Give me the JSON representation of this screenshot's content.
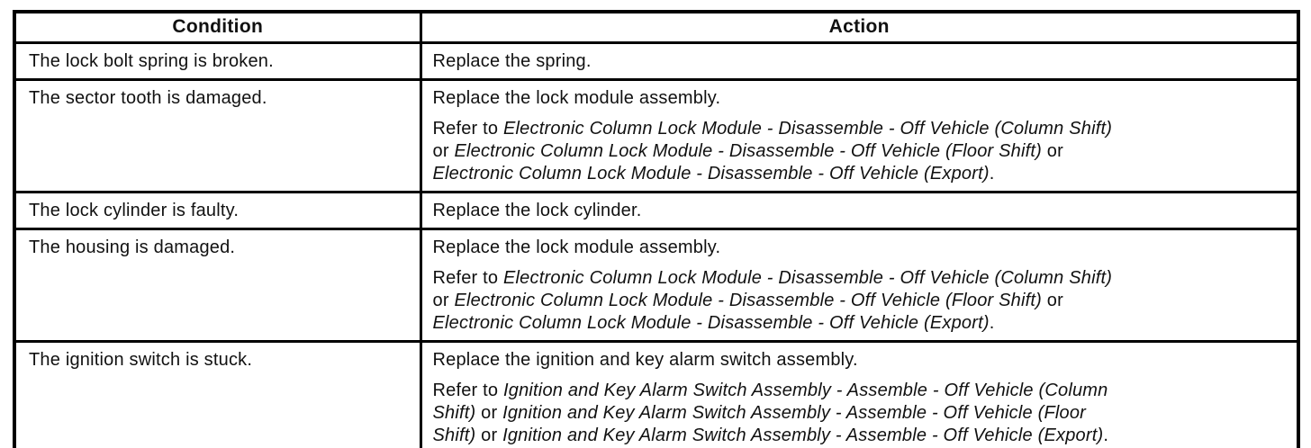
{
  "colors": {
    "ink": "#111111",
    "border": "#000000",
    "paper": "#ffffff"
  },
  "table": {
    "header": {
      "condition": "Condition",
      "action": "Action"
    },
    "rows": [
      {
        "condition": "The lock bolt spring is broken.",
        "action": "Replace the spring.",
        "refer_lines": []
      },
      {
        "condition": "The sector tooth is damaged.",
        "action": "Replace the lock module assembly.",
        "refer_lines": [
          [
            {
              "text": "Refer to ",
              "italic": false
            },
            {
              "text": "Electronic Column Lock Module - Disassemble - Off Vehicle (Column Shift)",
              "italic": true
            }
          ],
          [
            {
              "text": "or ",
              "italic": false
            },
            {
              "text": "Electronic Column Lock Module - Disassemble - Off Vehicle (Floor Shift)",
              "italic": true
            },
            {
              "text": " or",
              "italic": false
            }
          ],
          [
            {
              "text": "Electronic Column Lock Module - Disassemble - Off Vehicle (Export)",
              "italic": true
            },
            {
              "text": ".",
              "italic": false
            }
          ]
        ]
      },
      {
        "condition": "The lock cylinder is faulty.",
        "action": "Replace the lock cylinder.",
        "refer_lines": []
      },
      {
        "condition": "The housing is damaged.",
        "action": "Replace the lock module assembly.",
        "refer_lines": [
          [
            {
              "text": "Refer to ",
              "italic": false
            },
            {
              "text": "Electronic Column Lock Module - Disassemble - Off Vehicle (Column Shift)",
              "italic": true
            }
          ],
          [
            {
              "text": "or ",
              "italic": false
            },
            {
              "text": "Electronic Column Lock Module - Disassemble - Off Vehicle (Floor Shift)",
              "italic": true
            },
            {
              "text": " or",
              "italic": false
            }
          ],
          [
            {
              "text": "Electronic Column Lock Module - Disassemble - Off Vehicle (Export)",
              "italic": true
            },
            {
              "text": ".",
              "italic": false
            }
          ]
        ]
      },
      {
        "condition": "The ignition switch is stuck.",
        "action": "Replace the ignition and key alarm switch assembly.",
        "refer_lines": [
          [
            {
              "text": "Refer to ",
              "italic": false
            },
            {
              "text": "Ignition and Key Alarm Switch Assembly - Assemble - Off Vehicle (Column",
              "italic": true
            }
          ],
          [
            {
              "text": "Shift)",
              "italic": true
            },
            {
              "text": " or ",
              "italic": false
            },
            {
              "text": "Ignition and Key Alarm Switch Assembly - Assemble - Off Vehicle (Floor",
              "italic": true
            }
          ],
          [
            {
              "text": "Shift)",
              "italic": true
            },
            {
              "text": " or ",
              "italic": false
            },
            {
              "text": "Ignition and Key Alarm Switch Assembly - Assemble - Off Vehicle (Export)",
              "italic": true
            },
            {
              "text": ".",
              "italic": false
            }
          ]
        ]
      }
    ]
  }
}
